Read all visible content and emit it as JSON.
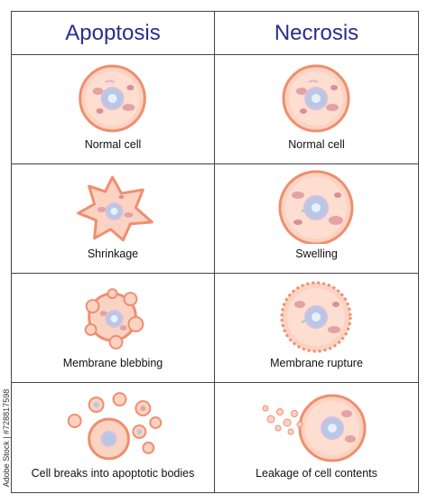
{
  "headers": {
    "left": "Apoptosis",
    "right": "Necrosis"
  },
  "rows": [
    {
      "left": "Normal cell",
      "right": "Normal cell"
    },
    {
      "left": "Shrinkage",
      "right": "Swelling"
    },
    {
      "left": "Membrane blebbing",
      "right": "Membrane rupture"
    },
    {
      "left": "Cell breaks into apoptotic bodies",
      "right": "Leakage of cell contents"
    }
  ],
  "stock_id": "Adobe Stock | #728817598",
  "colors": {
    "header_text": "#2a2e8c",
    "cell_fill": "#fbd3c2",
    "cell_outline": "#f08e6e",
    "nucleus": "#b9c7e6",
    "organelle": "#e3a3a5"
  }
}
